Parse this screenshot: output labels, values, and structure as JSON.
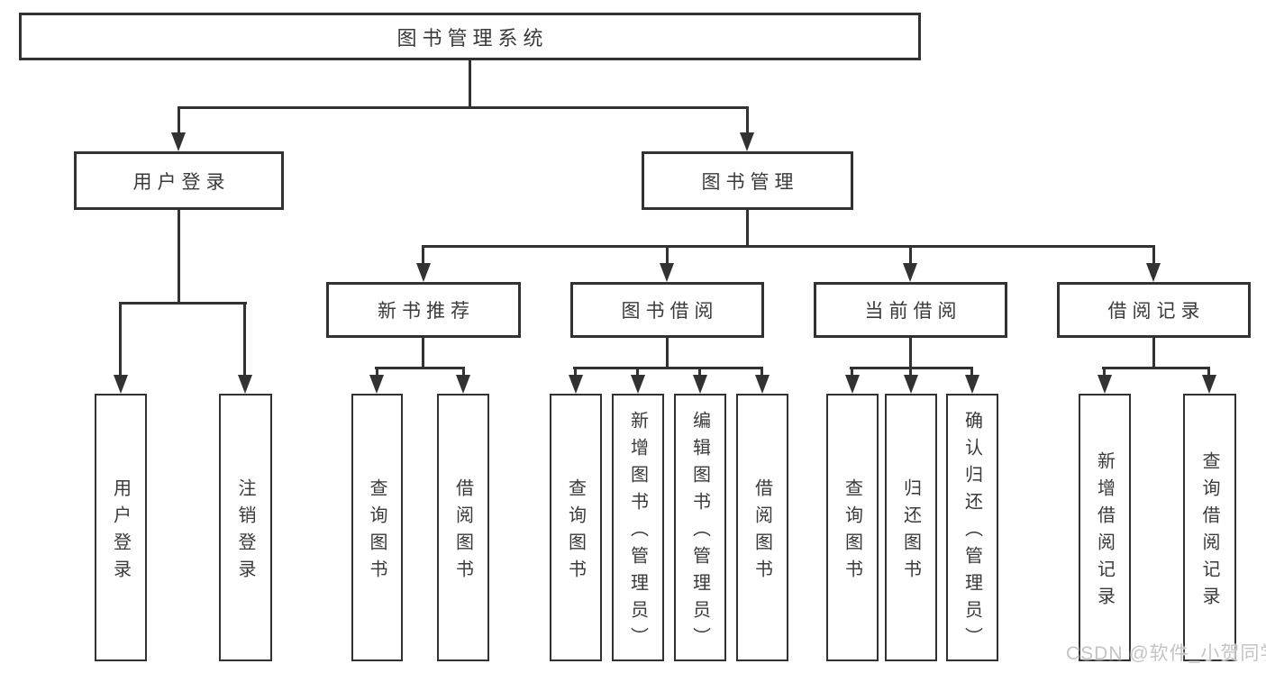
{
  "diagram": {
    "type": "hierarchy",
    "root": {
      "label": "图书管理系统"
    },
    "branches": [
      {
        "label": "用户登录",
        "children": [
          {
            "label": "用户登录"
          },
          {
            "label": "注销登录"
          }
        ]
      },
      {
        "label": "图书管理",
        "children": [
          {
            "label": "新书推荐",
            "children": [
              {
                "label": "查询图书"
              },
              {
                "label": "借阅图书"
              }
            ]
          },
          {
            "label": "图书借阅",
            "children": [
              {
                "label": "查询图书"
              },
              {
                "label": "新增图书（管理员）"
              },
              {
                "label": "编辑图书（管理员）"
              },
              {
                "label": "借阅图书"
              }
            ]
          },
          {
            "label": "当前借阅",
            "children": [
              {
                "label": "查询图书"
              },
              {
                "label": "归还图书"
              },
              {
                "label": "确认归还（管理员）"
              }
            ]
          },
          {
            "label": "借阅记录",
            "children": [
              {
                "label": "新增借阅记录"
              },
              {
                "label": "查询借阅记录"
              }
            ]
          }
        ]
      }
    ]
  },
  "watermark": {
    "text": "CSDN @软件_小贺同学"
  },
  "colors": {
    "line": "#323232",
    "text": "#3a3a3a",
    "background": "#ffffff",
    "watermark": "#c4c4c4"
  }
}
